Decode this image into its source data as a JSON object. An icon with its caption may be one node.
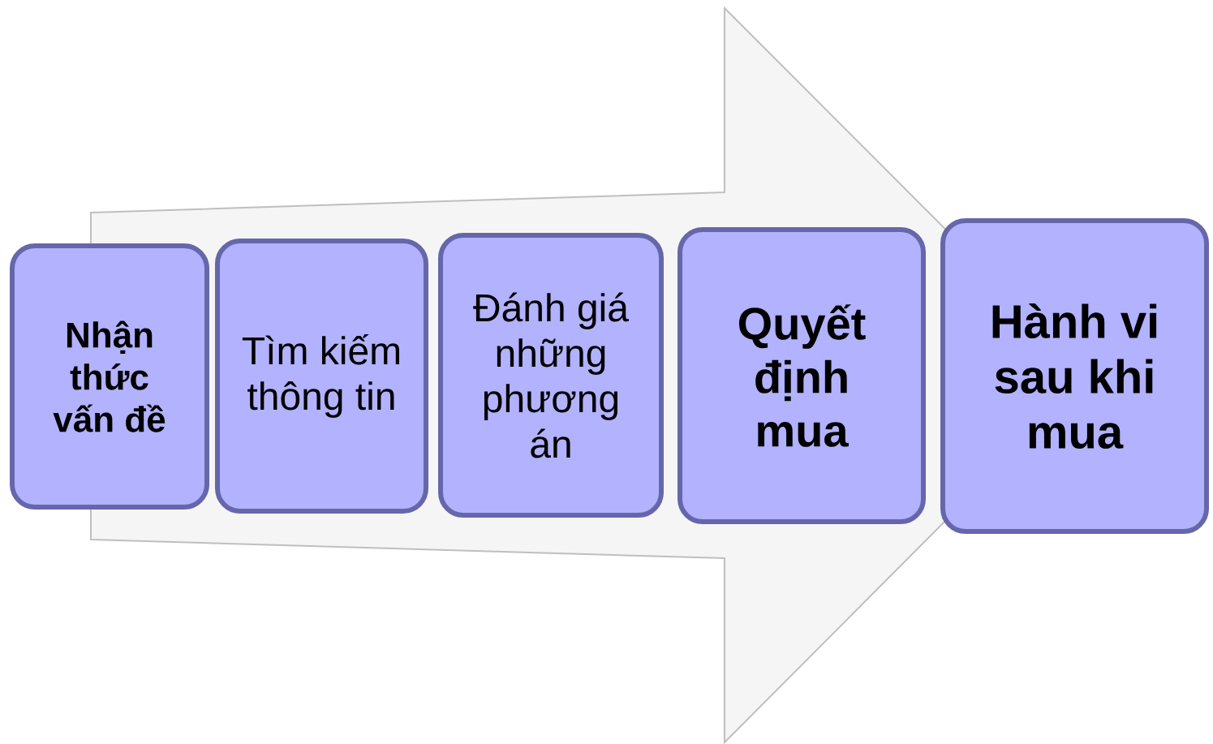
{
  "diagram": {
    "nodes": [
      {
        "text": [
          "Nhận thức vấn đề"
        ]
      },
      {
        "text": [
          "Tìm kiếm thông tin"
        ]
      },
      {
        "text": [
          "Đánh giá những phương án"
        ]
      },
      {
        "text": [
          "Quyết định mua"
        ]
      },
      {
        "text": [
          "Hành vi sau khi mua"
        ]
      }
    ],
    "edges": [
      {
        "from": 0,
        "to": 4,
        "arrow": "to"
      }
    ]
  }
}
